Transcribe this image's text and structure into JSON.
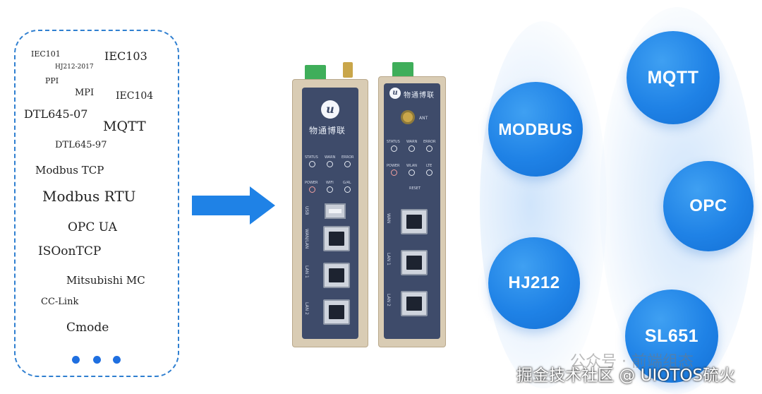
{
  "protocols": [
    "IEC101",
    "IEC103",
    "HJ212-2017",
    "PPI",
    "MPI",
    "IEC104",
    "DTL645-07",
    "MQTT",
    "DTL645-97",
    "Modbus TCP",
    "Modbus RTU",
    "OPC UA",
    "ISOonTCP",
    "Mitsubishi MC",
    "CC-Link",
    "Cmode"
  ],
  "ellipsis_dots": 3,
  "device_left": {
    "brand": "物通博联",
    "led_labels_top": [
      "STATUS",
      "WARN",
      "ERROR"
    ],
    "led_labels_bottom": [
      "POWER",
      "WIFI",
      "G/4L"
    ],
    "usb_label": "USB",
    "ports": [
      "WAN/LAN",
      "LAN 1",
      "LAN 2"
    ]
  },
  "device_right": {
    "brand": "物通博联",
    "ant_label": "ANT",
    "led_labels_top": [
      "STATUS",
      "WARN",
      "ERROR"
    ],
    "led_labels_bottom": [
      "POWER",
      "WLAN",
      "LTE"
    ],
    "reset_label": "RESET",
    "ports": [
      "WAN",
      "LAN 1",
      "LAN 2"
    ]
  },
  "bubbles": [
    "MQTT",
    "MODBUS",
    "OPC",
    "HJ212",
    "SL651"
  ],
  "watermark": {
    "line1": "公众号 · 前端组态",
    "line2": "掘金技术社区 @ UIOTOS硫火"
  },
  "colors": {
    "accent": "#1f82e6",
    "dash": "#2f7fd0",
    "device_panel": "#3e4b6a",
    "device_case": "#d9ccb4"
  }
}
